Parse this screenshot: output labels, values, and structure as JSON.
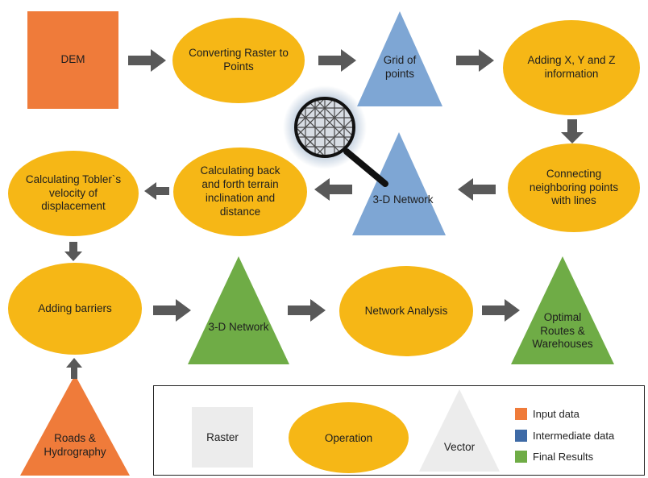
{
  "colors": {
    "input": "#ef7b3a",
    "operation": "#f6b716",
    "intermediate": "#7ea6d4",
    "final": "#6fac46",
    "arrow": "#595959",
    "legend_raster": "#ececec",
    "legend_vector": "#ececec"
  },
  "nodes": {
    "dem": "DEM",
    "converting": "Converting Raster to Points",
    "grid": "Grid of points",
    "adding_xyz": "Adding X, Y and Z information",
    "connecting": "Connecting neighboring points with lines",
    "network_3d_top": "3-D Network",
    "calc_inclination": "Calculating back and forth terrain inclination and distance",
    "calc_tobler": "Calculating Tobler`s velocity of displacement",
    "adding_barriers": "Adding barriers",
    "network_3d_bottom": "3-D Network",
    "network_analysis": "Network Analysis",
    "optimal": "Optimal Routes & Warehouses",
    "roads": "Roads & Hydrography"
  },
  "legend": {
    "raster": "Raster",
    "operation": "Operation",
    "vector": "Vector",
    "input_data": "Input data",
    "intermediate_data": "Intermediate data",
    "final_results": "Final Results"
  },
  "icons": {
    "magnifier": "magnifier-icon"
  }
}
